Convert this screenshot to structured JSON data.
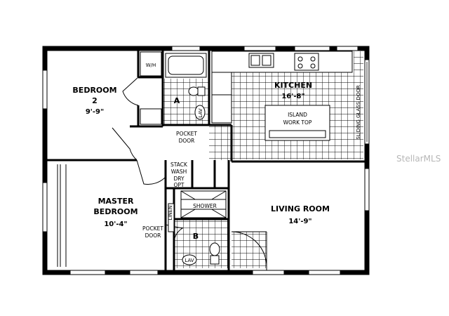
{
  "rooms": {
    "bedroom2": {
      "name": "BEDROOM",
      "number": "2",
      "dim": "9'-9\""
    },
    "master": {
      "name_line1": "MASTER",
      "name_line2": "BEDROOM",
      "dim": "10'-4\""
    },
    "kitchen": {
      "name": "KITCHEN",
      "dim": "16'-8\""
    },
    "living": {
      "name": "LIVING ROOM",
      "dim": "14'-9\""
    }
  },
  "labels": {
    "island_line1": "ISLAND",
    "island_line2": "WORK TOP",
    "pocket_door_top_1": "POCKET",
    "pocket_door_top_2": "DOOR",
    "pocket_door_bottom_1": "POCKET",
    "pocket_door_bottom_2": "DOOR",
    "stack_1": "STACK",
    "stack_2": "WASH",
    "stack_3": "DRY",
    "stack_4": "OPT",
    "linen": "LINEN",
    "shower": "SHOWER",
    "lav_a": "LAV",
    "lav_b": "LAV",
    "bath_a": "A",
    "bath_b": "B",
    "water_heater": "W/H",
    "sliding_glass_door": "SLIDING GLASS DOOR"
  },
  "watermark": "StellarMLS"
}
